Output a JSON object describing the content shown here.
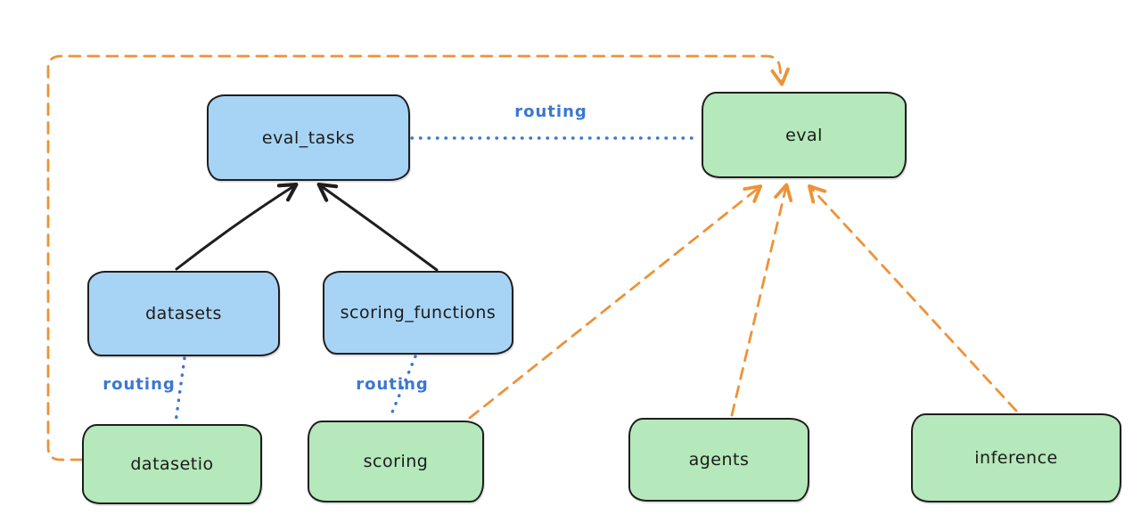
{
  "diagram": {
    "nodes": [
      {
        "id": "eval_tasks",
        "label": "eval_tasks",
        "fill": "#a7d4f5"
      },
      {
        "id": "eval",
        "label": "eval",
        "fill": "#b5e8ba"
      },
      {
        "id": "datasets",
        "label": "datasets",
        "fill": "#a7d4f5"
      },
      {
        "id": "scoring_functions",
        "label": "scoring_functions",
        "fill": "#a7d4f5"
      },
      {
        "id": "datasetio",
        "label": "datasetio",
        "fill": "#b5e8ba"
      },
      {
        "id": "scoring",
        "label": "scoring",
        "fill": "#b5e8ba"
      },
      {
        "id": "agents",
        "label": "agents",
        "fill": "#b5e8ba"
      },
      {
        "id": "inference",
        "label": "inference",
        "fill": "#b5e8ba"
      }
    ],
    "edges": [
      {
        "from": "eval_tasks",
        "to": "eval",
        "style": "dotted",
        "color": "#3b78cf",
        "label": "routing"
      },
      {
        "from": "datasets",
        "to": "datasetio",
        "style": "dotted",
        "color": "#3b78cf",
        "label": "routing"
      },
      {
        "from": "scoring_functions",
        "to": "scoring",
        "style": "dotted",
        "color": "#3b78cf",
        "label": "routing"
      },
      {
        "from": "datasets",
        "to": "eval_tasks",
        "style": "solid-arrow",
        "color": "#1e1e1e",
        "label": ""
      },
      {
        "from": "scoring_functions",
        "to": "eval_tasks",
        "style": "solid-arrow",
        "color": "#1e1e1e",
        "label": ""
      },
      {
        "from": "datasetio",
        "to": "eval",
        "style": "dashed-arrow",
        "color": "#ec9338",
        "label": ""
      },
      {
        "from": "scoring",
        "to": "eval",
        "style": "dashed-arrow",
        "color": "#ec9338",
        "label": ""
      },
      {
        "from": "agents",
        "to": "eval",
        "style": "dashed-arrow",
        "color": "#ec9338",
        "label": ""
      },
      {
        "from": "inference",
        "to": "eval",
        "style": "dashed-arrow",
        "color": "#ec9338",
        "label": ""
      }
    ],
    "colors": {
      "registry_blue_fill": "#a7d4f5",
      "api_green_fill": "#b5e8ba",
      "outline_black": "#1e1e1e",
      "routing_blue": "#3b78cf",
      "provider_orange": "#ec9338",
      "background": "#ffffff"
    }
  }
}
